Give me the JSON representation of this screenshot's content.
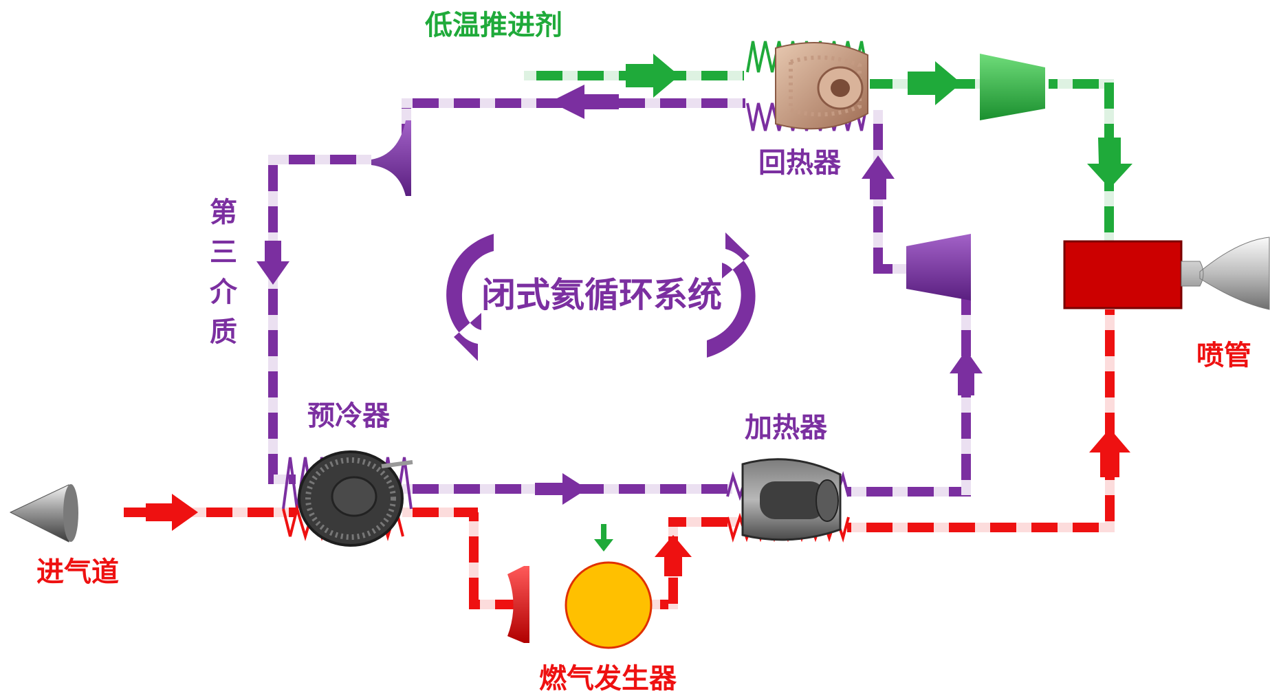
{
  "title": "闭式氦循环系统",
  "labels": {
    "propellant": "低温推进剂",
    "recuperator": "回热器",
    "third_medium": [
      "第",
      "三",
      "介",
      "质"
    ],
    "precooler": "预冷器",
    "heater": "加热器",
    "nozzle": "喷管",
    "inlet": "进气道",
    "gas_generator": "燃气发生器"
  },
  "colors": {
    "helium_loop": "#7b2fa0",
    "propellant": "#1faa3a",
    "air_path": "#ee1111",
    "combustor": "#cc0000",
    "gas_generator": "#ffc000",
    "gas_generator_border": "#e03000"
  }
}
